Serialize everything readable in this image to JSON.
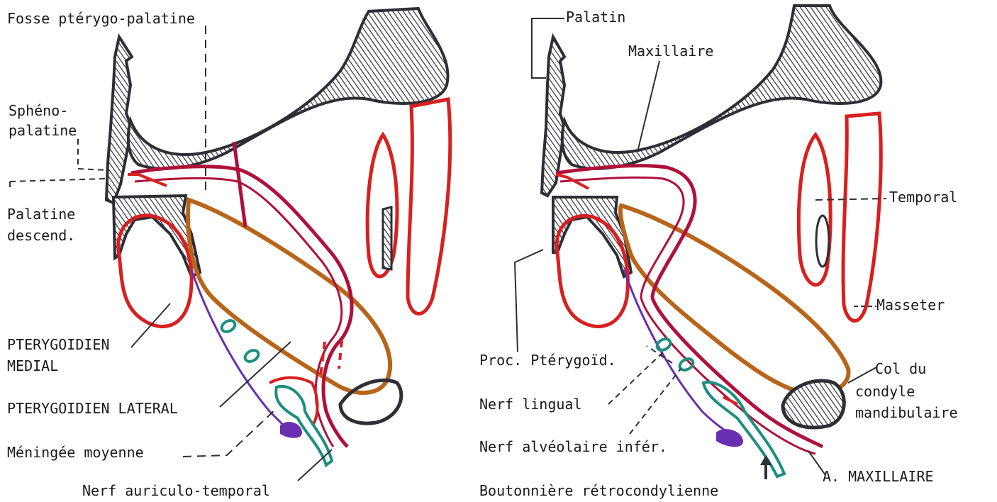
{
  "colors": {
    "bone": "#2e2e36",
    "artery": "#c8102e",
    "artery_dark": "#b0103a",
    "lateral_pterygoid": "#b8651a",
    "nerve_teal": "#1b8f80",
    "nerve_purple": "#6a2fb0",
    "text": "#1a1a1a"
  },
  "left_panel": {
    "labels": {
      "fosse": "Fosse ptérygo-palatine",
      "spheno_1": "Sphéno-",
      "spheno_2": "palatine",
      "palatine_1": "Palatine",
      "palatine_2": "descend.",
      "medial_1": "PTERYGOIDIEN",
      "medial_2": "MEDIAL",
      "lateral": "PTERYGOIDIEN LATERAL",
      "meningee": "Méningée moyenne",
      "auriculo": "Nerf auriculo-temporal"
    }
  },
  "right_panel": {
    "labels": {
      "palatin": "Palatin",
      "maxillaire": "Maxillaire",
      "temporal": "Temporal",
      "masseter": "Masseter",
      "proc": "Proc. Ptérygoïd.",
      "col_1": "Col du",
      "col_2": "condyle",
      "col_3": "mandibulaire",
      "lingual": "Nerf lingual",
      "alveolaire": "Nerf alvéolaire infér.",
      "a_max": "A. MAXILLAIRE",
      "boutonniere": "Boutonnière rétrocondylienne"
    }
  }
}
